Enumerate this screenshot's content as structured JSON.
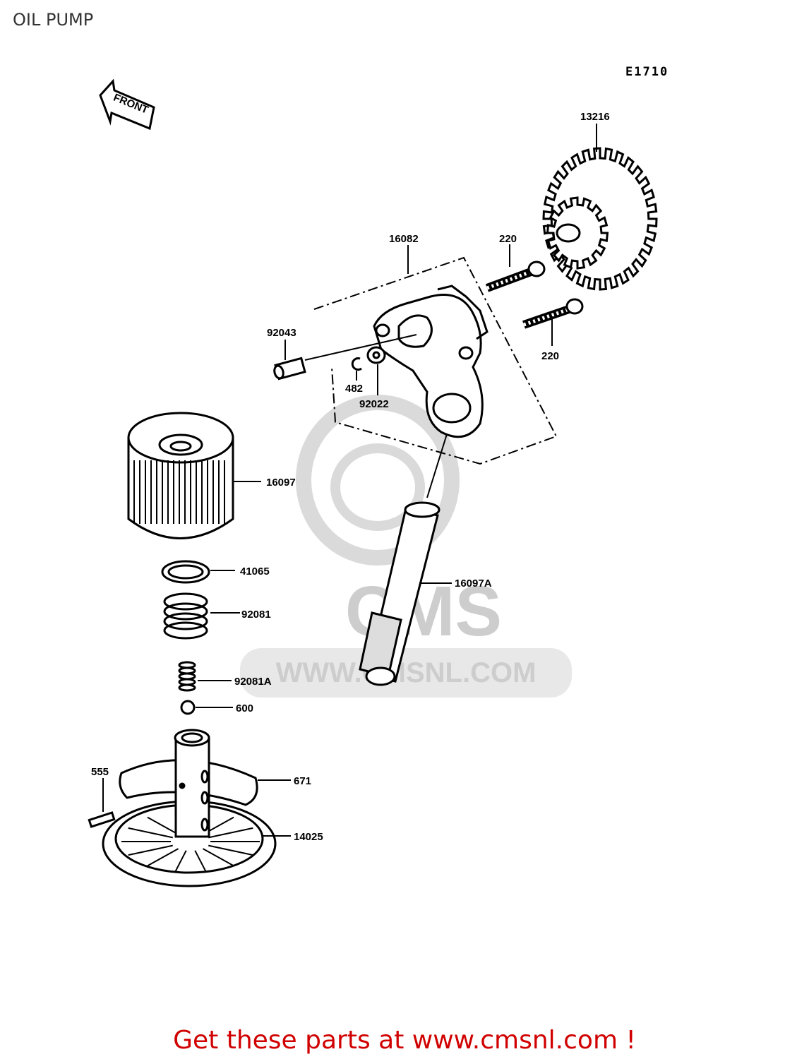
{
  "title": "OIL PUMP",
  "diagram_code": "E1710",
  "front_arrow_text": "FRONT",
  "watermark": {
    "brand": "CMS",
    "url": "WWW.CMSNL.COM"
  },
  "parts": [
    {
      "id": "p13216",
      "number": "13216"
    },
    {
      "id": "p16082",
      "number": "16082"
    },
    {
      "id": "p220a",
      "number": "220"
    },
    {
      "id": "p220b",
      "number": "220"
    },
    {
      "id": "p92043",
      "number": "92043"
    },
    {
      "id": "p482",
      "number": "482"
    },
    {
      "id": "p92022",
      "number": "92022"
    },
    {
      "id": "p16097",
      "number": "16097"
    },
    {
      "id": "p41065",
      "number": "41065"
    },
    {
      "id": "p92081",
      "number": "92081"
    },
    {
      "id": "p16097A",
      "number": "16097A"
    },
    {
      "id": "p92081A",
      "number": "92081A"
    },
    {
      "id": "p600",
      "number": "600"
    },
    {
      "id": "p555",
      "number": "555"
    },
    {
      "id": "p671",
      "number": "671"
    },
    {
      "id": "p14025",
      "number": "14025"
    }
  ],
  "promo_text": "Get these parts at www.cmsnl.com !",
  "colors": {
    "promo": "#d10000",
    "line": "#000000",
    "watermark": "#c8c8c8"
  }
}
